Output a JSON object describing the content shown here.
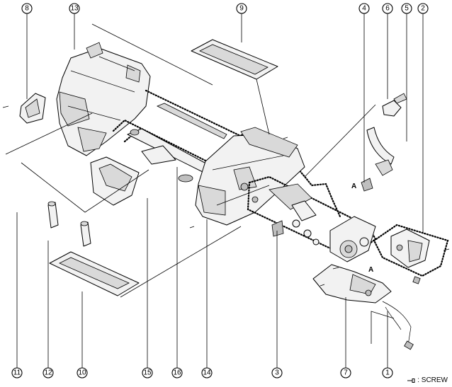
{
  "callouts": {
    "c1": "1",
    "c2": "2",
    "c3": "3",
    "c4": "4",
    "c5": "5",
    "c6": "6",
    "c7": "7",
    "c8": "8",
    "c9": "9",
    "c10": "10",
    "c11": "11",
    "c12": "12",
    "c13": "13",
    "c14": "14",
    "c15": "15",
    "c16": "16"
  },
  "markers": {
    "a1": "A",
    "a2": "A"
  },
  "legend": {
    "label": ": SCREW",
    "icon": "screw-icon"
  }
}
